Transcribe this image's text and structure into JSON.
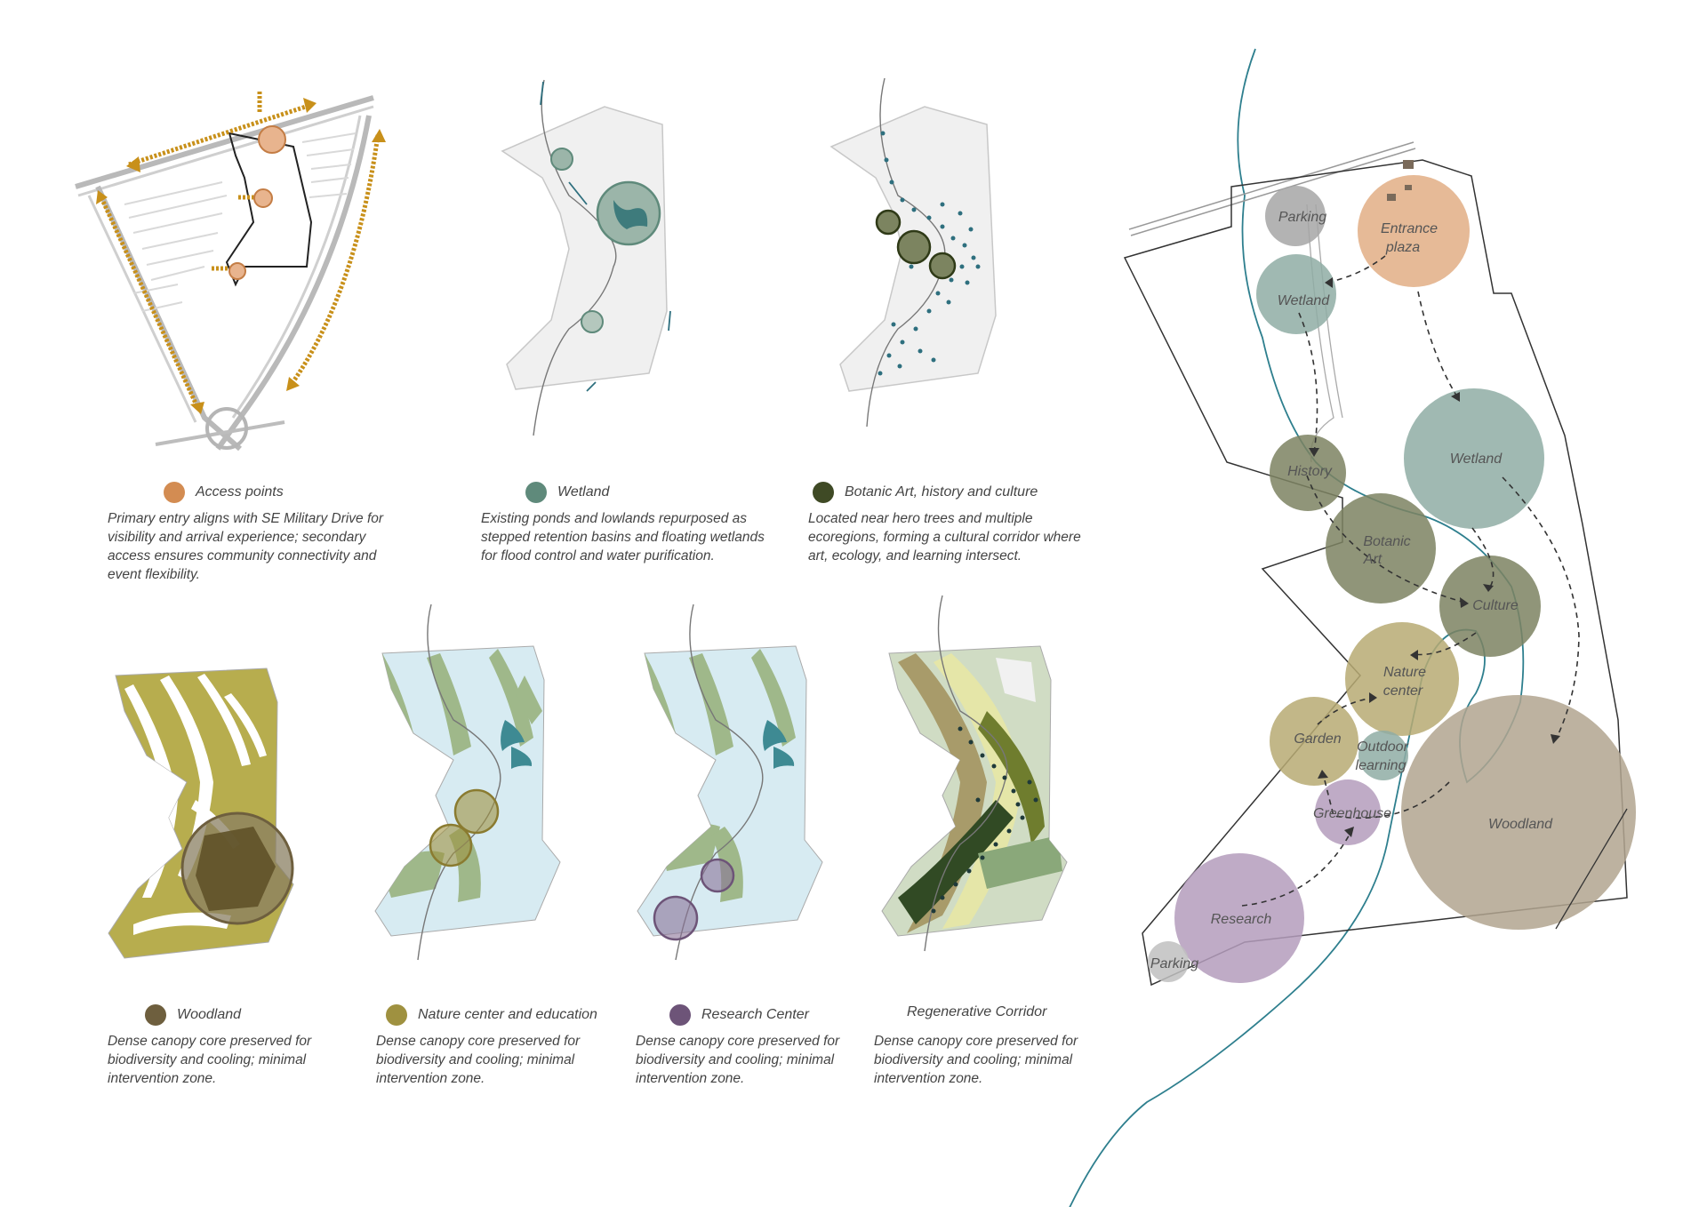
{
  "colors": {
    "access": "#d38c52",
    "wetland": "#5f8a7b",
    "botanic": "#3f4a25",
    "woodland": "#6e5f3e",
    "nature": "#9f9140",
    "research": "#6d5478",
    "route": "#c8901a",
    "stream": "#2e7f8e"
  },
  "panels": {
    "access": {
      "legend": "Access points",
      "desc": "Primary entry aligns with SE Military Drive for visibility and arrival experience; secondary access ensures community connectivity and event flexibility."
    },
    "wetland": {
      "legend": "Wetland",
      "desc": "Existing ponds and lowlands repurposed as stepped retention basins and floating wetlands for flood control and water purification."
    },
    "botanic": {
      "legend": "Botanic Art, history and culture",
      "desc": "Located near hero trees and multiple ecoregions, forming a cultural corridor where art, ecology, and learning intersect."
    },
    "woodland": {
      "legend": "Woodland",
      "desc": "Dense canopy core preserved for biodiversity and cooling; minimal intervention zone."
    },
    "nature": {
      "legend": "Nature center and education",
      "desc": "Dense canopy core preserved for biodiversity and cooling; minimal intervention zone."
    },
    "research": {
      "legend": "Research Center",
      "desc": "Dense canopy core preserved for biodiversity and cooling; minimal intervention zone."
    },
    "regenerative": {
      "legend": "Regenerative Corridor",
      "desc": "Dense canopy core preserved for biodiversity and cooling; minimal intervention zone."
    }
  },
  "bubbles": {
    "parking_top": "Parking",
    "entrance_1": "Entrance",
    "entrance_2": "plaza",
    "wetland_small": "Wetland",
    "wetland_large": "Wetland",
    "history": "History",
    "botanic_1": "Botanic",
    "botanic_2": "Art",
    "culture": "Culture",
    "nature_1": "Nature",
    "nature_2": "center",
    "garden": "Garden",
    "outdoor_1": "Outdoor",
    "outdoor_2": "learning",
    "greenhouse": "Greenhouse",
    "woodland": "Woodland",
    "research": "Research",
    "parking_bottom": "Parking"
  }
}
